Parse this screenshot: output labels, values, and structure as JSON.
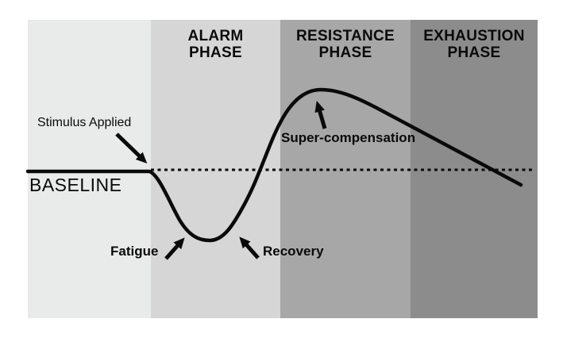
{
  "diagram": {
    "background_color": "#ffffff",
    "ink_color": "#0a0a0a",
    "bands": [
      {
        "name": "pre-stimulus",
        "color": "#e9eaea",
        "title_line1": "",
        "title_line2": ""
      },
      {
        "name": "alarm",
        "color": "#d6d6d6",
        "title_line1": "ALARM",
        "title_line2": "PHASE"
      },
      {
        "name": "resistance",
        "color": "#a7a7a7",
        "title_line1": "RESISTANCE",
        "title_line2": "PHASE"
      },
      {
        "name": "exhaustion",
        "color": "#8c8c8c",
        "title_line1": "EXHAUSTION",
        "title_line2": "PHASE"
      }
    ],
    "labels": {
      "baseline": "BASELINE",
      "stimulus": "Stimulus Applied",
      "fatigue": "Fatigue",
      "recovery": "Recovery",
      "supercompensation": "Super-compensation"
    }
  }
}
